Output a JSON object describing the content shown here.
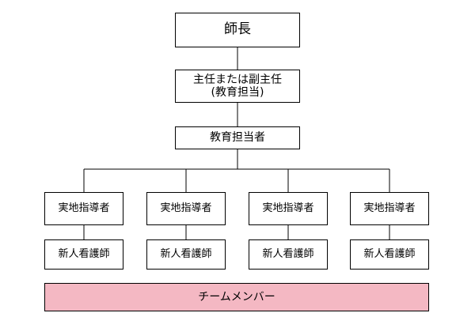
{
  "org_chart": {
    "head": {
      "label": "師長"
    },
    "chief": {
      "line1": "主任または副主任",
      "line2": "(教育担当)"
    },
    "education": {
      "label": "教育担当者"
    },
    "preceptors": [
      {
        "label": "実地指導者"
      },
      {
        "label": "実地指導者"
      },
      {
        "label": "実地指導者"
      },
      {
        "label": "実地指導者"
      }
    ],
    "new_nurses": [
      {
        "label": "新人看護師"
      },
      {
        "label": "新人看護師"
      },
      {
        "label": "新人看護師"
      },
      {
        "label": "新人看護師"
      }
    ],
    "team": {
      "label": "チームメンバー",
      "color": "#f4b8c3"
    }
  }
}
